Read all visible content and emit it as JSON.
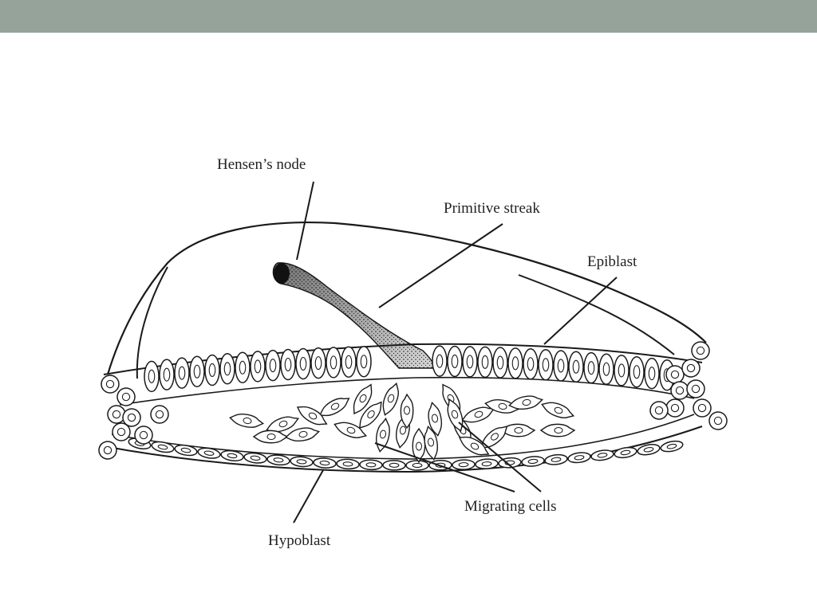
{
  "colors": {
    "header_bar": "#95a39a",
    "ink": "#1a1a1a",
    "streak": "#444444"
  },
  "labels": {
    "hensens_node": "Hensen’s node",
    "primitive_streak": "Primitive streak",
    "epiblast": "Epiblast",
    "migrating_cells": "Migrating cells",
    "hypoblast": "Hypoblast"
  }
}
